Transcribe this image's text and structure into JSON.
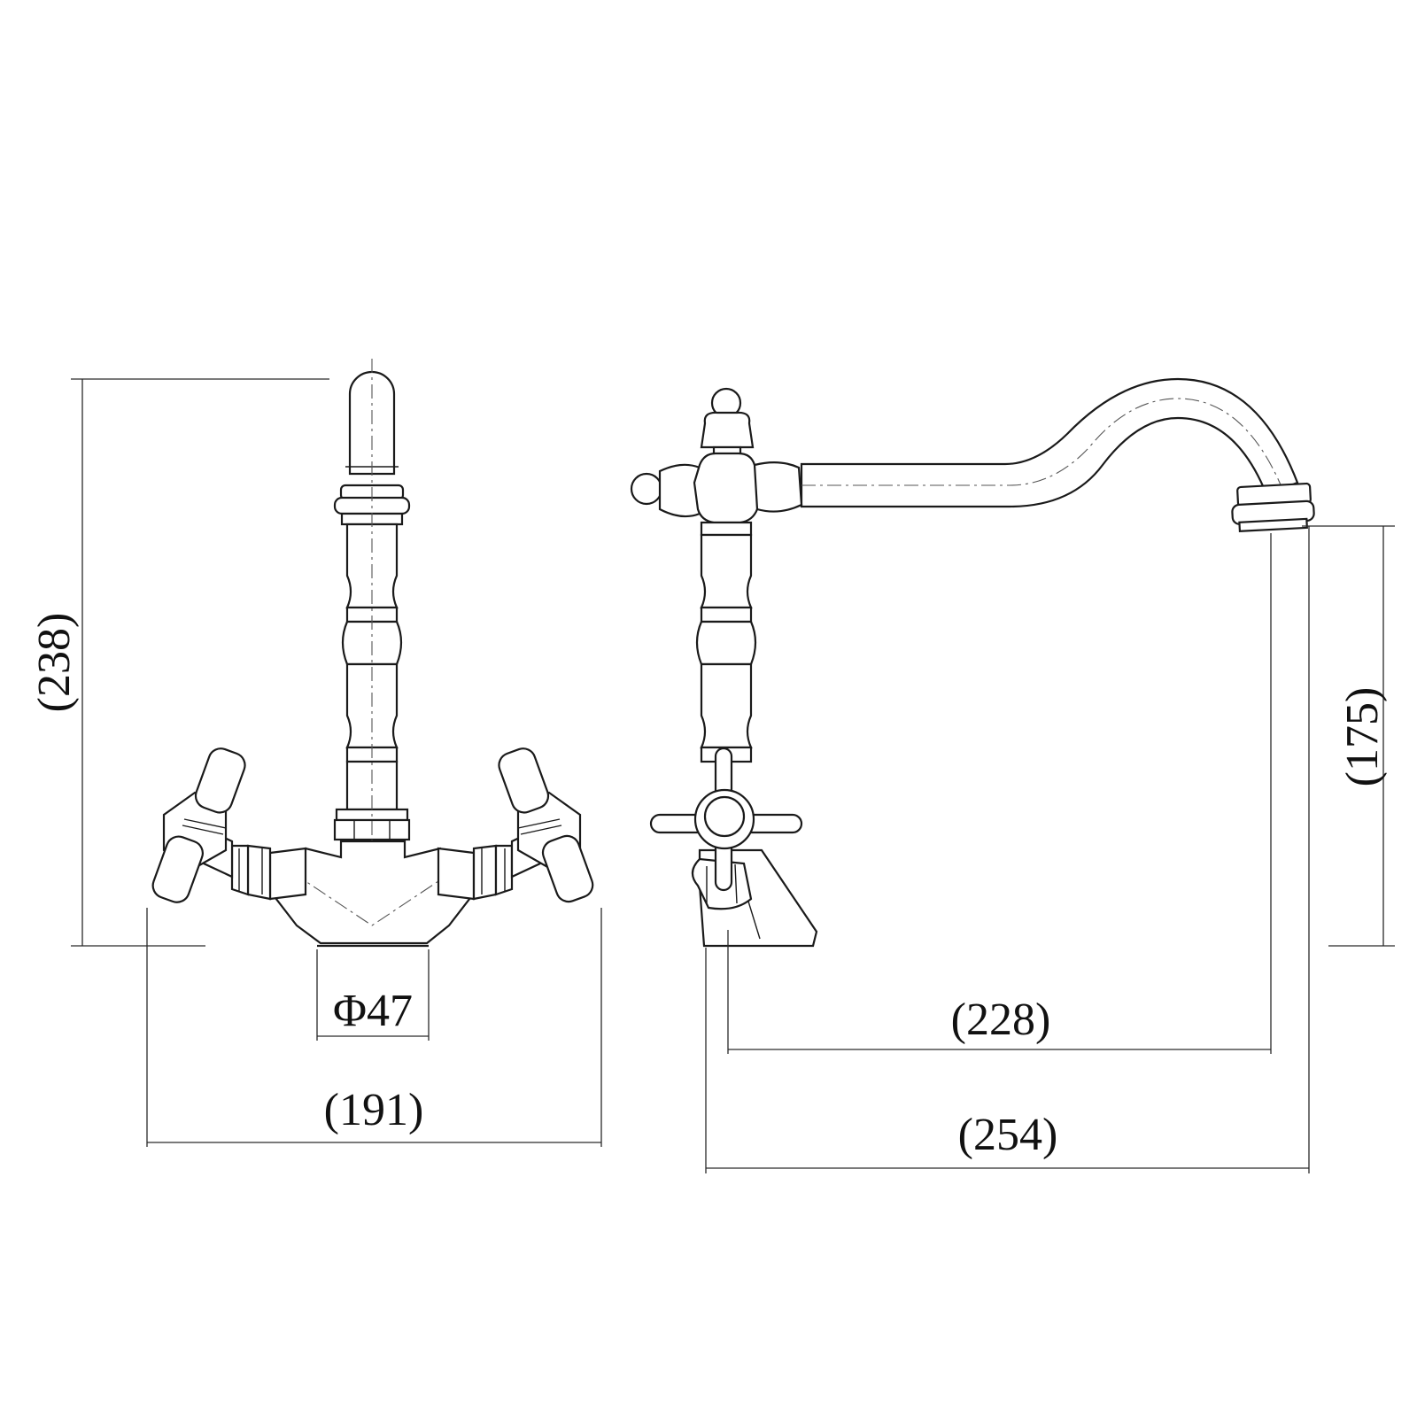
{
  "drawing": {
    "line_color": "#1a1a1a",
    "background": "#ffffff",
    "dimensions": {
      "front_height": "(238)",
      "base_diameter": "Φ47",
      "front_width": "(191)",
      "spout_reach": "(228)",
      "total_depth": "(254)",
      "spout_height": "(175)"
    }
  }
}
